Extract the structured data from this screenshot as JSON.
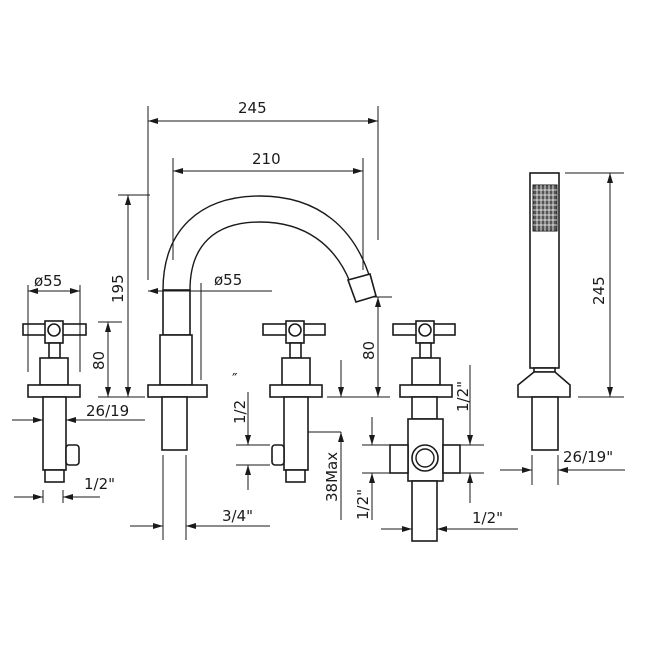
{
  "title": "Five-hole bath mixer technical drawing",
  "dimensions": {
    "spout_width": "245",
    "spout_reach": "210",
    "spout_height": "195",
    "spout_diameter": "ø55",
    "spout_thread": "3/4\"",
    "left_valve_diameter": "ø55",
    "left_valve_height": "80",
    "left_valve_deck": "26/19",
    "left_valve_thread": "1/2\"",
    "mid_valve_thread": "1/2",
    "mid_valve_thread_mark": "″",
    "deck_max": "38Max",
    "spout_clearance": "80",
    "right_valve_top_thread": "1/2\"",
    "right_valve_left_thread": "1/2\"",
    "right_valve_bottom_thread": "1/2\"",
    "shower_height": "245",
    "shower_deck": "26/19\""
  }
}
